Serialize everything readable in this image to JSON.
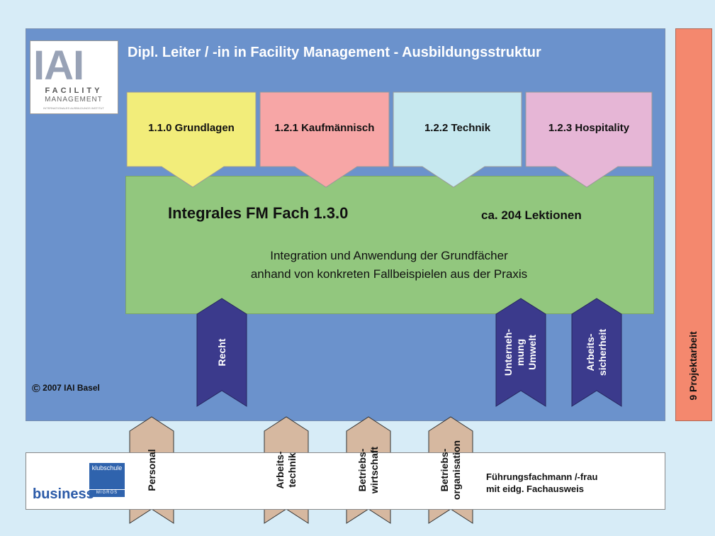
{
  "title": "Dipl. Leiter / -in in Facility Management  - Ausbildungsstruktur",
  "logo": {
    "big": "IAI",
    "line1": "FACILITY",
    "line2": "MANAGEMENT",
    "line3": "INTERNATIONALES AUSBILDUNGS INSTITUT"
  },
  "top_boxes": [
    {
      "label": "1.1.0 Grundlagen",
      "color": "#f2ed7a"
    },
    {
      "label": "1.2.1 Kaufmännisch",
      "color": "#f7a6a6"
    },
    {
      "label": "1.2.2  Technik",
      "color": "#c6e8ef"
    },
    {
      "label": "1.2.3  Hospitality",
      "color": "#e6b6d6"
    }
  ],
  "center": {
    "heading": "Integrales FM   Fach 1.3.0",
    "lektionen": "ca. 204 Lektionen",
    "line1": "Integration und Anwendung der Grundfächer",
    "line2": "anhand von konkreten Fallbeispielen aus der Praxis",
    "color": "#92c77e"
  },
  "up_arrows": [
    {
      "label": "Recht"
    },
    {
      "label": "Unterneh-\nmung\nUmwelt"
    },
    {
      "label": "Arbeits-\nsicherheit"
    }
  ],
  "bottom_arrows": [
    {
      "label": "Personal"
    },
    {
      "label": "Arbeits-\ntechnik"
    },
    {
      "label": "Betriebs-\nwirtschaft"
    },
    {
      "label": "Betriebs-\norganisation"
    }
  ],
  "copyright": "2007 IAI Basel",
  "bottom": {
    "brand": "business",
    "klub_top": "klubschule",
    "klub_bottom": "MIGROS",
    "caption_line1": "Führungsfachmann /-frau",
    "caption_line2": "mit eidg. Fachausweis"
  },
  "right_panel": {
    "label": "9  Projektarbeit",
    "color": "#f4886e"
  },
  "colors": {
    "background": "#d7ecf7",
    "panel": "#6b92cc",
    "dark_arrow": "#3b3a8c",
    "tan_arrow": "#d6b8a0"
  }
}
